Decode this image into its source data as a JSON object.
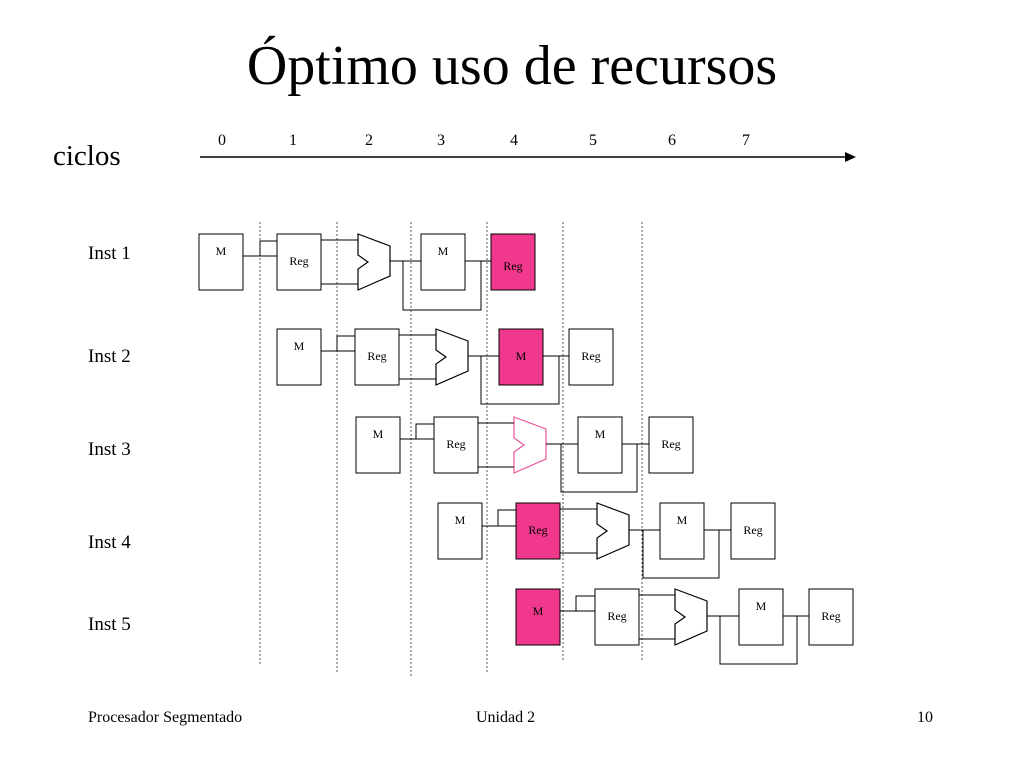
{
  "title": "Óptimo uso de recursos",
  "axis_label": "ciclos",
  "cycles": [
    "0",
    "1",
    "2",
    "3",
    "4",
    "5",
    "6",
    "7"
  ],
  "instructions": [
    "Inst 1",
    "Inst 2",
    "Inst 3",
    "Inst 4",
    "Inst 5"
  ],
  "stage_labels": {
    "memory": "M",
    "register": "Reg"
  },
  "colors": {
    "highlight": "#f0388c",
    "alu_highlight": "#e8509a"
  },
  "footer": {
    "left": "Procesador Segmentado",
    "center": "Unidad 2",
    "right": "10"
  }
}
